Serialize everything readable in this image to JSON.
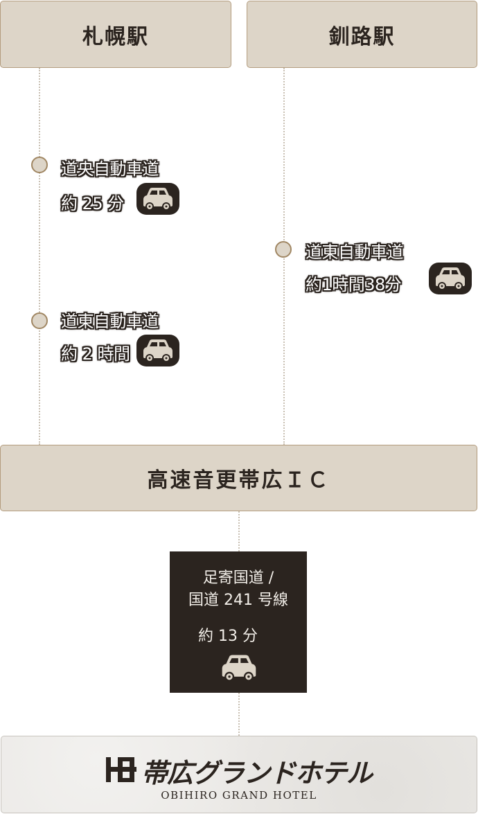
{
  "stations": {
    "sapporo": "札幌駅",
    "kushiro": "釧路駅"
  },
  "interchange": "高速音更帯広ＩＣ",
  "routes": {
    "sapporo_1": {
      "road": "道央自動車道",
      "time": "約 25 分"
    },
    "sapporo_2": {
      "road": "道東自動車道",
      "time": "約 2 時間"
    },
    "kushiro_1": {
      "road": "道東自動車道",
      "time": "約1時間38分"
    }
  },
  "final_leg": {
    "road_line1": "足寄国道 /",
    "road_line2": "国道 241 号線",
    "time": "約 13 分"
  },
  "hotel": {
    "name_jp": "帯広グランドホテル",
    "name_en": "OBIHIRO GRAND HOTEL"
  },
  "colors": {
    "box_fill": "#ddd5c8",
    "box_border": "#b39c7e",
    "dark": "#2b241f",
    "dotted_line": "#c9c0b3"
  },
  "icons": {
    "car": "car-icon",
    "stop": "route-stop-dot-icon",
    "hotel_mark": "hotel-logo-mark-icon"
  }
}
